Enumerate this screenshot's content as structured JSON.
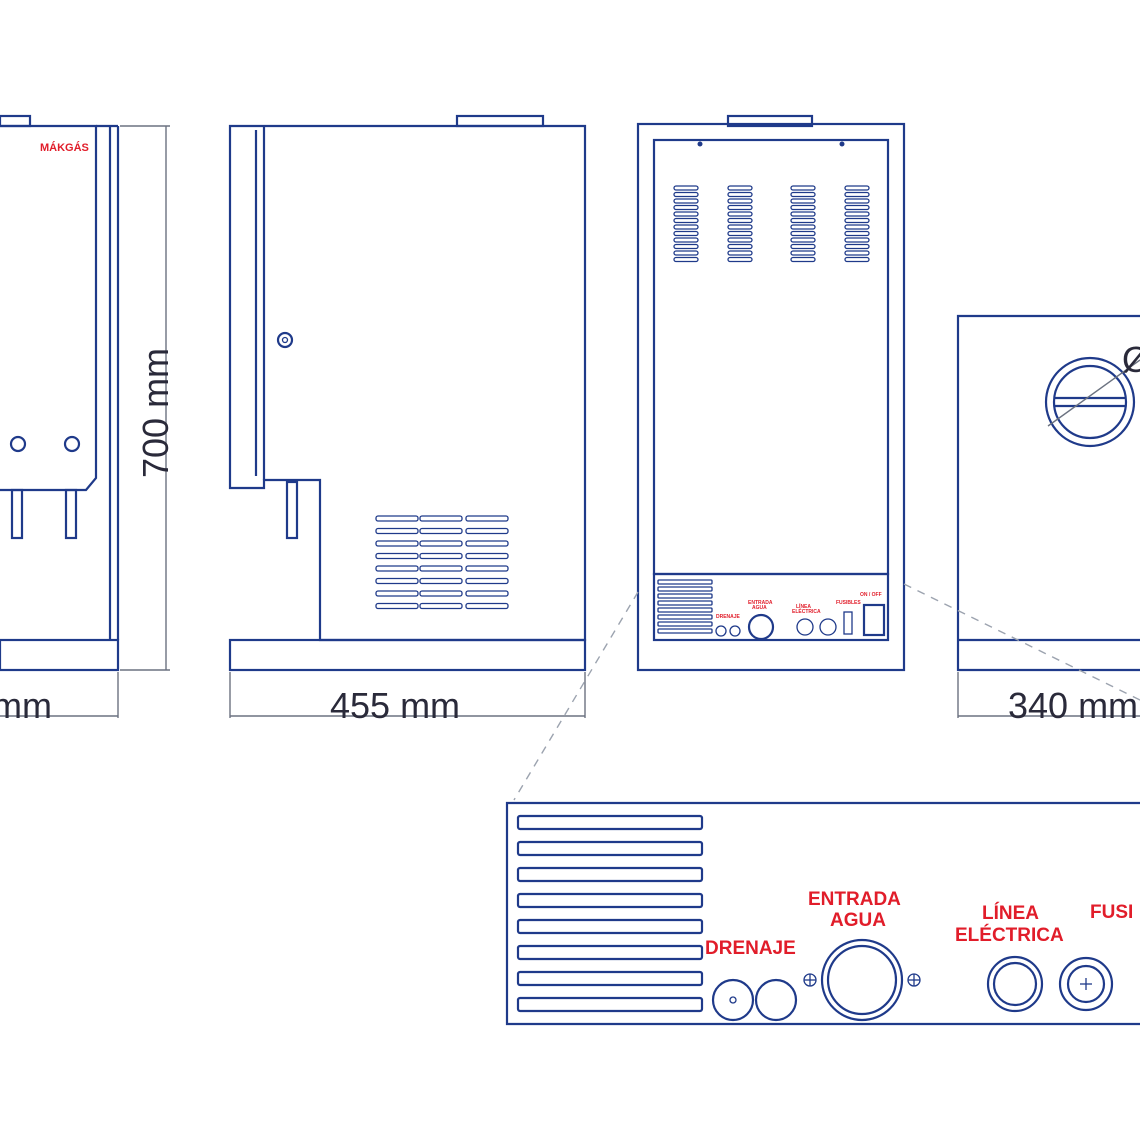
{
  "brand": {
    "logo_text": "MÁKGÁS"
  },
  "dimensions": {
    "height": "700 mm",
    "width_front": "mm",
    "depth_side": "455 mm",
    "width_right": "340 mm"
  },
  "panel_labels": {
    "drain": "DRENAJE",
    "water_in_1": "ENTRADA",
    "water_in_2": "AGUA",
    "power_1": "LÍNEA",
    "power_2": "ELÉCTRICA",
    "fuses": "FUSI",
    "fuses_small": "FUSIBLES",
    "on_off": "ON / OFF",
    "diameter_symbol": "Ø"
  },
  "colors": {
    "line": "#1f3a8a",
    "accent": "#e11d2a",
    "dim": "#6b7280"
  }
}
